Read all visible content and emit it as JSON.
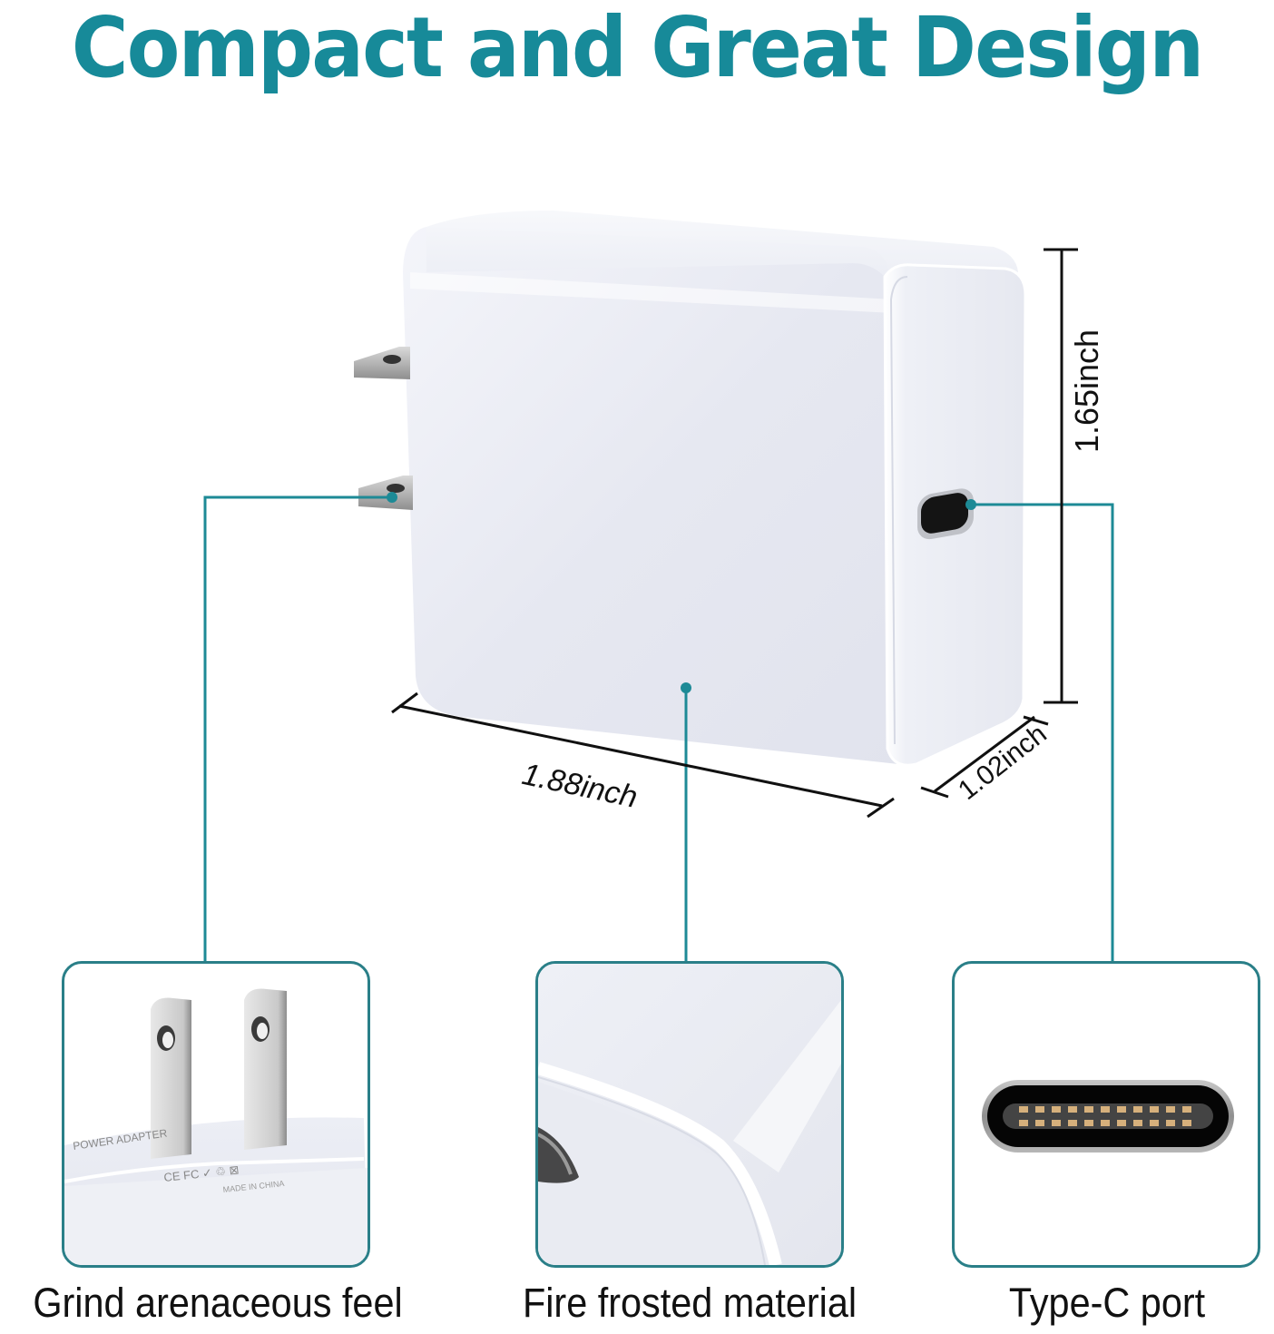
{
  "header": {
    "title": "Compact and Great Design"
  },
  "colors": {
    "title": "#178a99",
    "leader_line": "#1d8a96",
    "panel_border": "#2a7f88",
    "dimension_line": "#111111",
    "caption_text": "#111111"
  },
  "dimensions": {
    "height": "1.65inch",
    "width": "1.88inch",
    "depth": "1.02inch"
  },
  "features": [
    {
      "id": "prongs",
      "icon": "foldable-prong-plug-icon",
      "caption": "Grind arenaceous feel"
    },
    {
      "id": "body",
      "icon": "frosted-shell-closeup-icon",
      "caption": "Fire frosted material"
    },
    {
      "id": "port",
      "icon": "usb-type-c-port-icon",
      "caption": "Type-C port"
    }
  ],
  "plug_label": {
    "brand_line": "POWER ADAPTER",
    "marks": "CE  FC  ✓  ♲  ⊠",
    "origin": "MADE IN CHINA"
  }
}
